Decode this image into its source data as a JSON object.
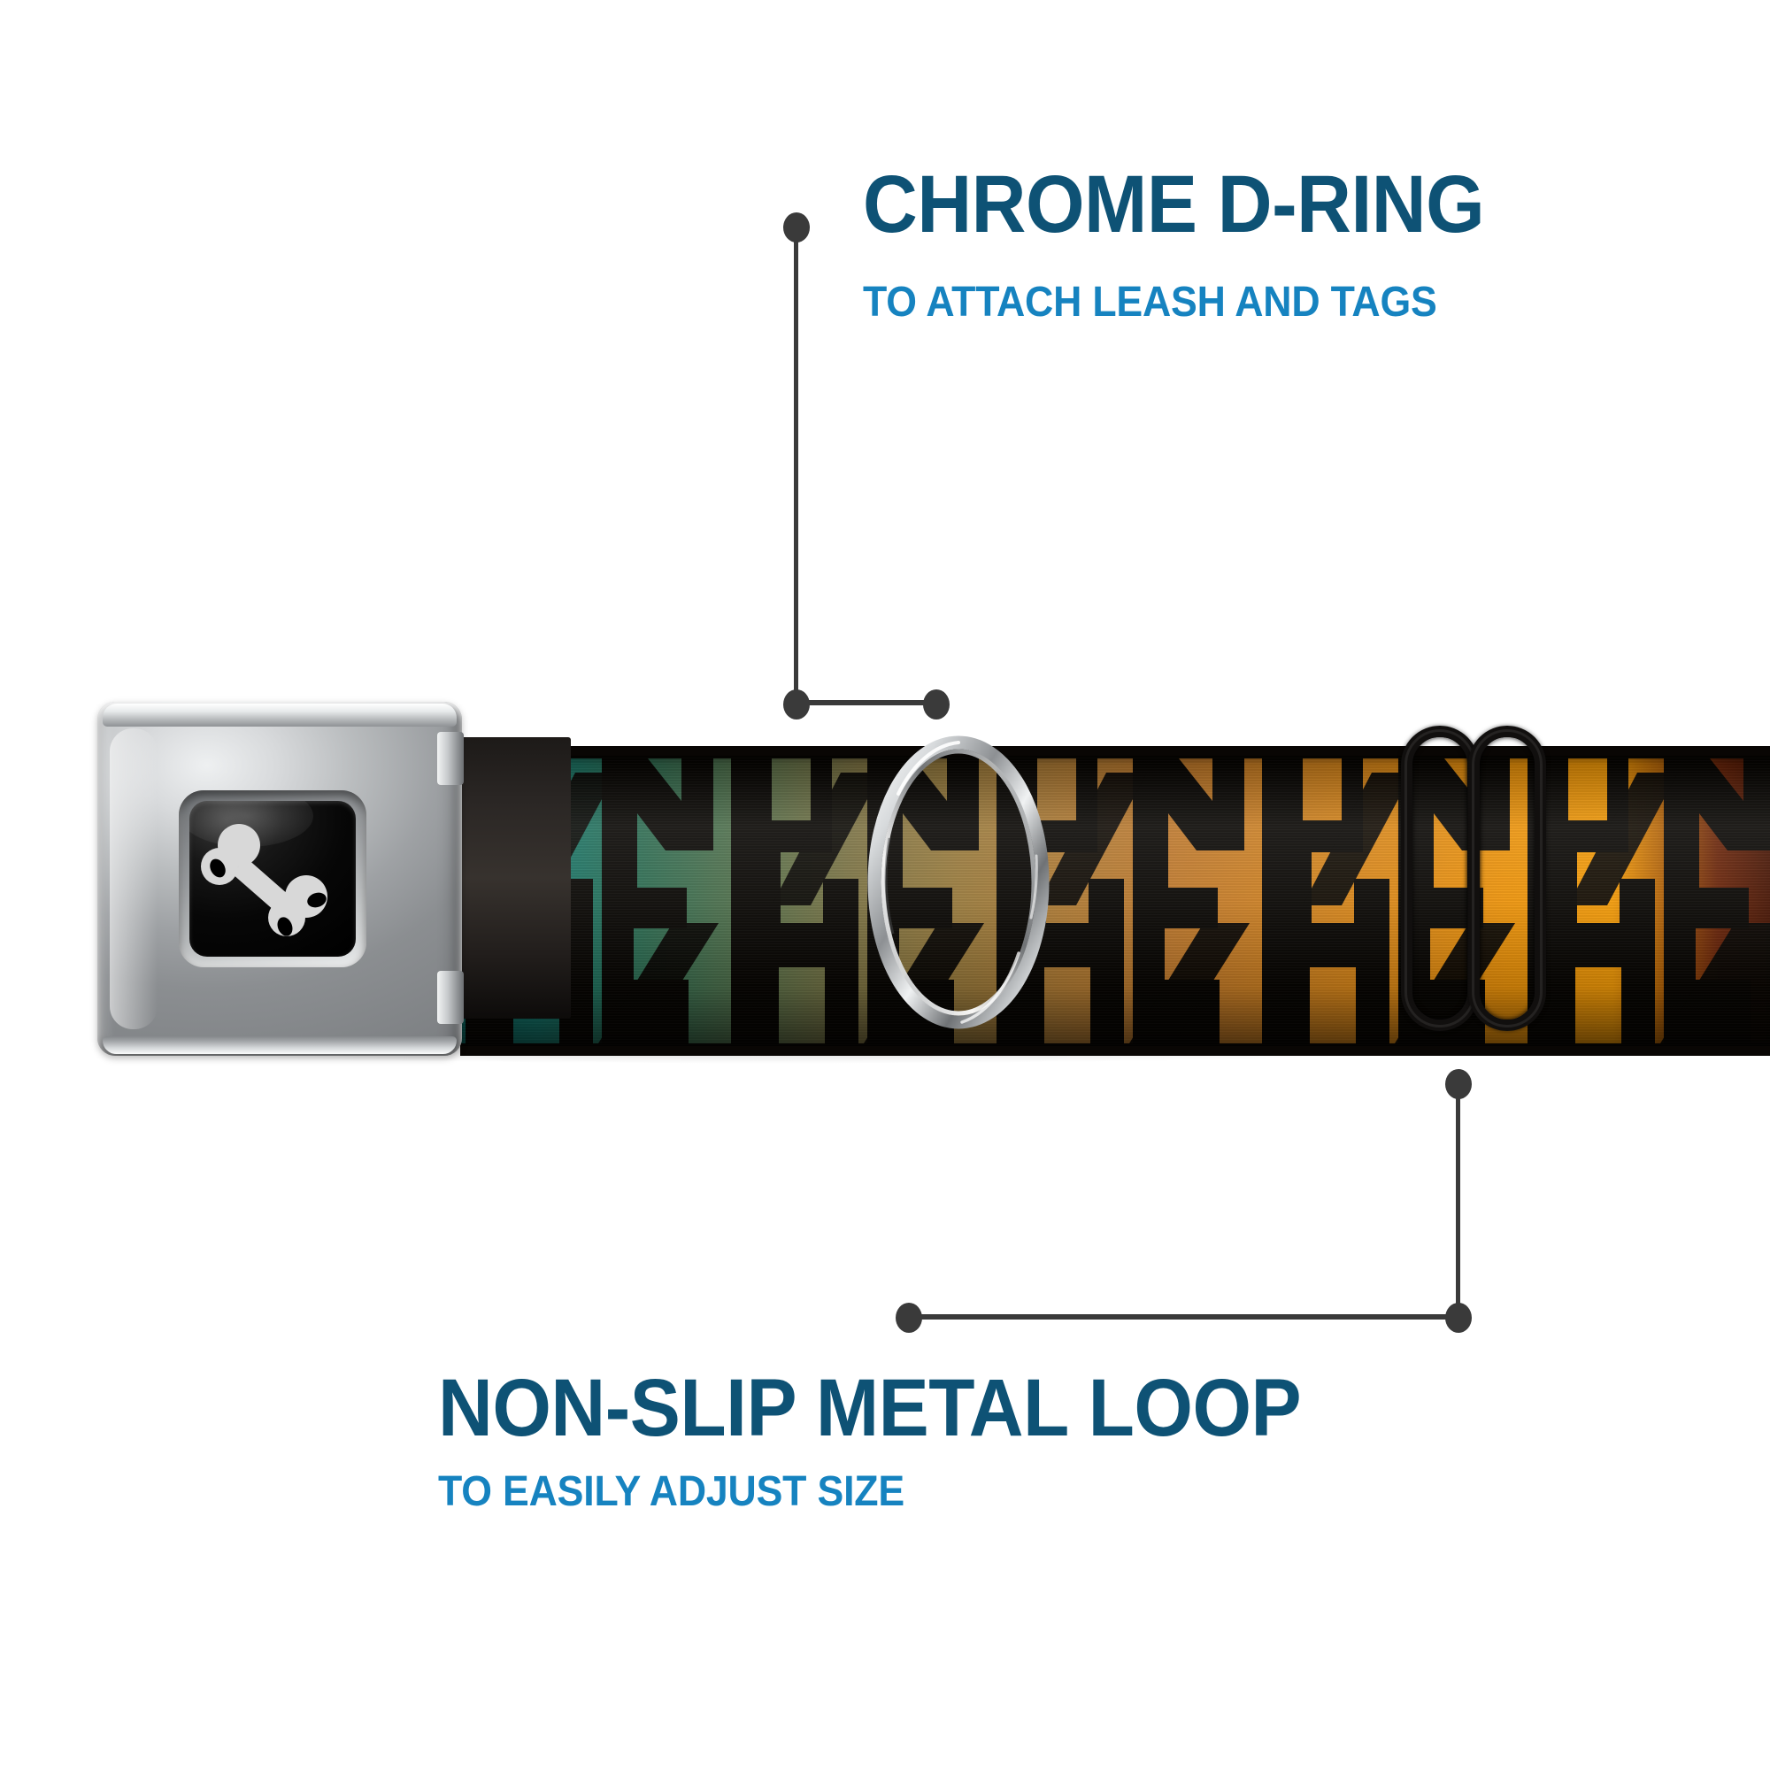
{
  "page": {
    "background_color": "#ffffff",
    "subject": "seatbelt-buckle dog collar product feature infographic"
  },
  "callouts": [
    {
      "id": "chrome-d-ring",
      "title": "CHROME D-RING",
      "subtitle": "TO ATTACH LEASH AND TAGS",
      "title_color": "#0e5275",
      "subtitle_color": "#1683c0",
      "points_to": "d-ring"
    },
    {
      "id": "non-slip-metal-loop",
      "title": "NON-SLIP METAL LOOP",
      "subtitle": "TO EASILY ADJUST SIZE",
      "title_color": "#0e5275",
      "subtitle_color": "#1683c0",
      "points_to": "metal-loop"
    }
  ],
  "leader_lines": {
    "color": "#3a3a3a",
    "dot_count": 4
  },
  "product": {
    "buckle": {
      "type": "seatbelt-style push-button buckle",
      "finish": "chrome",
      "plate_color": "#000000",
      "logo": "dog-bone",
      "logo_color": "#d6d6d6"
    },
    "strap": {
      "base_color": "#0a0705",
      "pattern": "angular geometric houndstooth",
      "gradient_stops": [
        "#0a6b63",
        "#2e6d52",
        "#7d7343",
        "#b07b33",
        "#d08220",
        "#ef9408",
        "#471403"
      ]
    },
    "d_ring": {
      "finish": "chrome",
      "color": "#cfd2d4"
    },
    "metal_loop": {
      "finish": "black coated metal",
      "color": "#110f0e",
      "shape": "double rounded bar slider"
    }
  }
}
